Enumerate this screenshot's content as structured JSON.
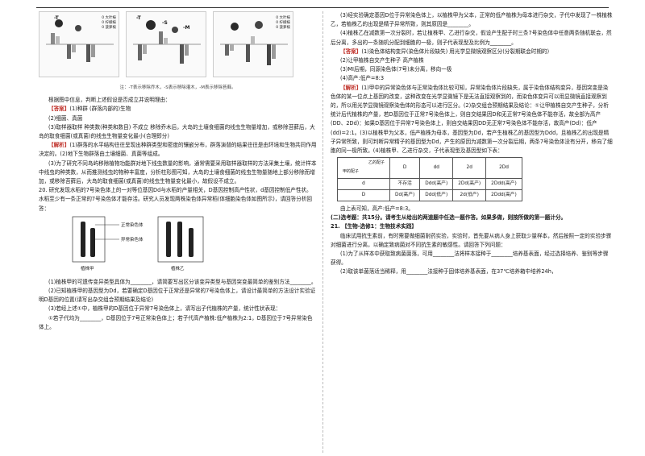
{
  "figure": {
    "legend": [
      "0 大叶桉",
      "0 柠檬桉",
      "0 菠萝桉"
    ],
    "panel_labels": [
      "-T",
      "-S",
      "-M"
    ],
    "caption": "注：-T表示移除乔木，-S表示移除灌木，-M表示移除苔藓。"
  },
  "left": {
    "lines": [
      "根据图中信息，判断上述假设是否成立并说明理由：",
      "(2)细菌、真菌",
      "(3)取样器取样 种类数(种类和数目) 不成立 移除乔木后，大岛的土壤食细菌的线虫生物量增加，或移除苔藓后，大岛的取食细菌(或真菌)的线虫生物量变化最小(合理即分)",
      "(1)群落的水平结构往往呈现出种群类型和密度的镶嵌分布，群落演替的结果往往是由环境和生物共同作用决定的。(2)地下生物群落由土壤细菌、真菌等组成。",
      "(3)为了研究不同岛屿移除植物功能群对地下线虫数量的影响，通常需要采用取样器取样的方法采集土壤，统计样本中线虫的种类数，从而推测线虫的物种丰富度，分析柱形图可知，大岛的土壤食细菌的线虫生物量随地上部分移除而增加，或移除苔藓后，大岛的取食细菌(或真菌)的线虫生物量变化最小，故假设不成立。",
      "20. 研究发现水稻的7号染色体上的一对等位基因Dd与水稻的产量相关，D基因控制高产性状，d基因控制低产性状。水稻至少有一条正常的7号染色体才能存活。研究人员发现两株染色体异常稻(体细胞染色体如图所示)，请回答分析回答：",
      "(1)植株甲的可遗传变异类型具体为________，请简要写出区分该变异类型与基因突变最简单的鉴别方法________。",
      "(2)已知植株甲的基因型为Dd，若要确定D基因位于正常还是异常的7号染色体上，请设计最简单的方法设计实验证明D基因的位置(请写出杂交组合预期结果及结论)",
      "(3)若经上述①中，植株甲的D基因位于异常7号染色体上，请写出子代植株的产量，统计性状表现：",
      "①若子代均为________，D基因位于7号正常染色体上；若子代高产植株:低产植株为2:1，D基因位于7号异常染色体上。"
    ],
    "answer_label": "【答案】",
    "answer_text": "(1)种群 (群落内部的)生物",
    "analysis_label": "【解析】",
    "chrom_labels": [
      "正常染色体",
      "异常染色体"
    ],
    "chrom_captions": [
      "植株甲",
      "植株乙"
    ]
  },
  "right": {
    "lines": [
      "(3)经实验确定基因D位于异常染色体上，以植株甲为父本，正常的低产植株为母本进行杂交，子代中发现了一株植株乙，若植株乙的出现是精子异常所致，则其原因是________。",
      "(4)植株乙在减数第一次分裂时，若让植株甲、乙进行杂交，假设产生配子时三条7号染色体中任意两条随机联会，然后分离，多出的一条随机分配到细胞的一极，则子代表现型及比例为________。",
      "(1)染色体结构变异(染色体片段缺失) 用光学显微镜观察区分(分裂期联会时期的)",
      "(2)让甲植株自交产生种子 高产植株",
      "(3)MI后期，同源染色体(7号)未分离，移向一极",
      "(4)高产:低产=8:3",
      "(1)甲中的异常染色体与正常染色体比较可知，异常染色体片段缺失，属于染色体结构变异，基因突变是染色体的某一位点上基因的改变，这种改变在光学显微镜下是无法直接观察到的，而染色体变异可以用显微镜直接观察到的，所以用光学显微镜观察染色体的形态可以进行区分。(2)杂交组合预期结果及结论：①让甲植株自交产生种子，分析统计后代植株的产量，若D基因位于正常7号染色体上，则自交结果因D和无正常7号染色体不能存活，故全部为高产(DD、2Dd)：如果D基因位于异常7号染色体上，则自交结果因DD无正常7号染色体不能存活，故高产(Dd)：低产(dd)=2:1。(3)以植株甲为父本，低产植株为母本，基因型为Dd，若产生植株乙的基因型为Ddd，且植株乙的出现是精子异常所致，则可判断异常精子的基因型为Dd，产生的原因为减数第一次分裂后期，两条7号染色体没有分开，移向了细胞的同一极所致。(4)植株甲、乙进行杂交，子代表现型及基因型如下表："
    ],
    "answer_label": "【答案】",
    "analysis_label": "【解析】",
    "table": {
      "corner_top": "乙的配子",
      "corner_bottom": "甲的配子",
      "header": [
        "D",
        "dd",
        "2d",
        "2Dd"
      ],
      "rows": [
        [
          "d",
          "不存活",
          "Ddd(高产)",
          "2Dd(高产)",
          "2Ddd(高产)"
        ],
        [
          "D",
          "Dd(高产)",
          "Ddd(低产)",
          "2d(低产)",
          "2Ddd(高产)"
        ]
      ]
    },
    "summary": "由上表可知，高产:低产=8:3。",
    "section2": "(二)选考题：共15分。请考生从给出的两道题中任选一题作答。如果多做，则按所做的第一题计分。",
    "q21_title": "21. 【生物-选修1：生物技术实践】",
    "q21_text": "临床试用抗生素前，有时需要做细菌耐药实验，实验时，首先要从病人身上获取少量样本，然后按照一定的实验步骤对细菌进行分离，以确定致病菌对不同抗生素的敏感性。请回答下列问题：",
    "q21_1": "(1)为了从样本中获取致病菌菌落，可用________法将样本接种于________培养基表面，经过选择培养、鉴别等步骤获得。",
    "q21_2": "(2)取该单菌落适当稀释，用________法接种于固体培养基表面，在37℃培养箱中培养24h，"
  }
}
